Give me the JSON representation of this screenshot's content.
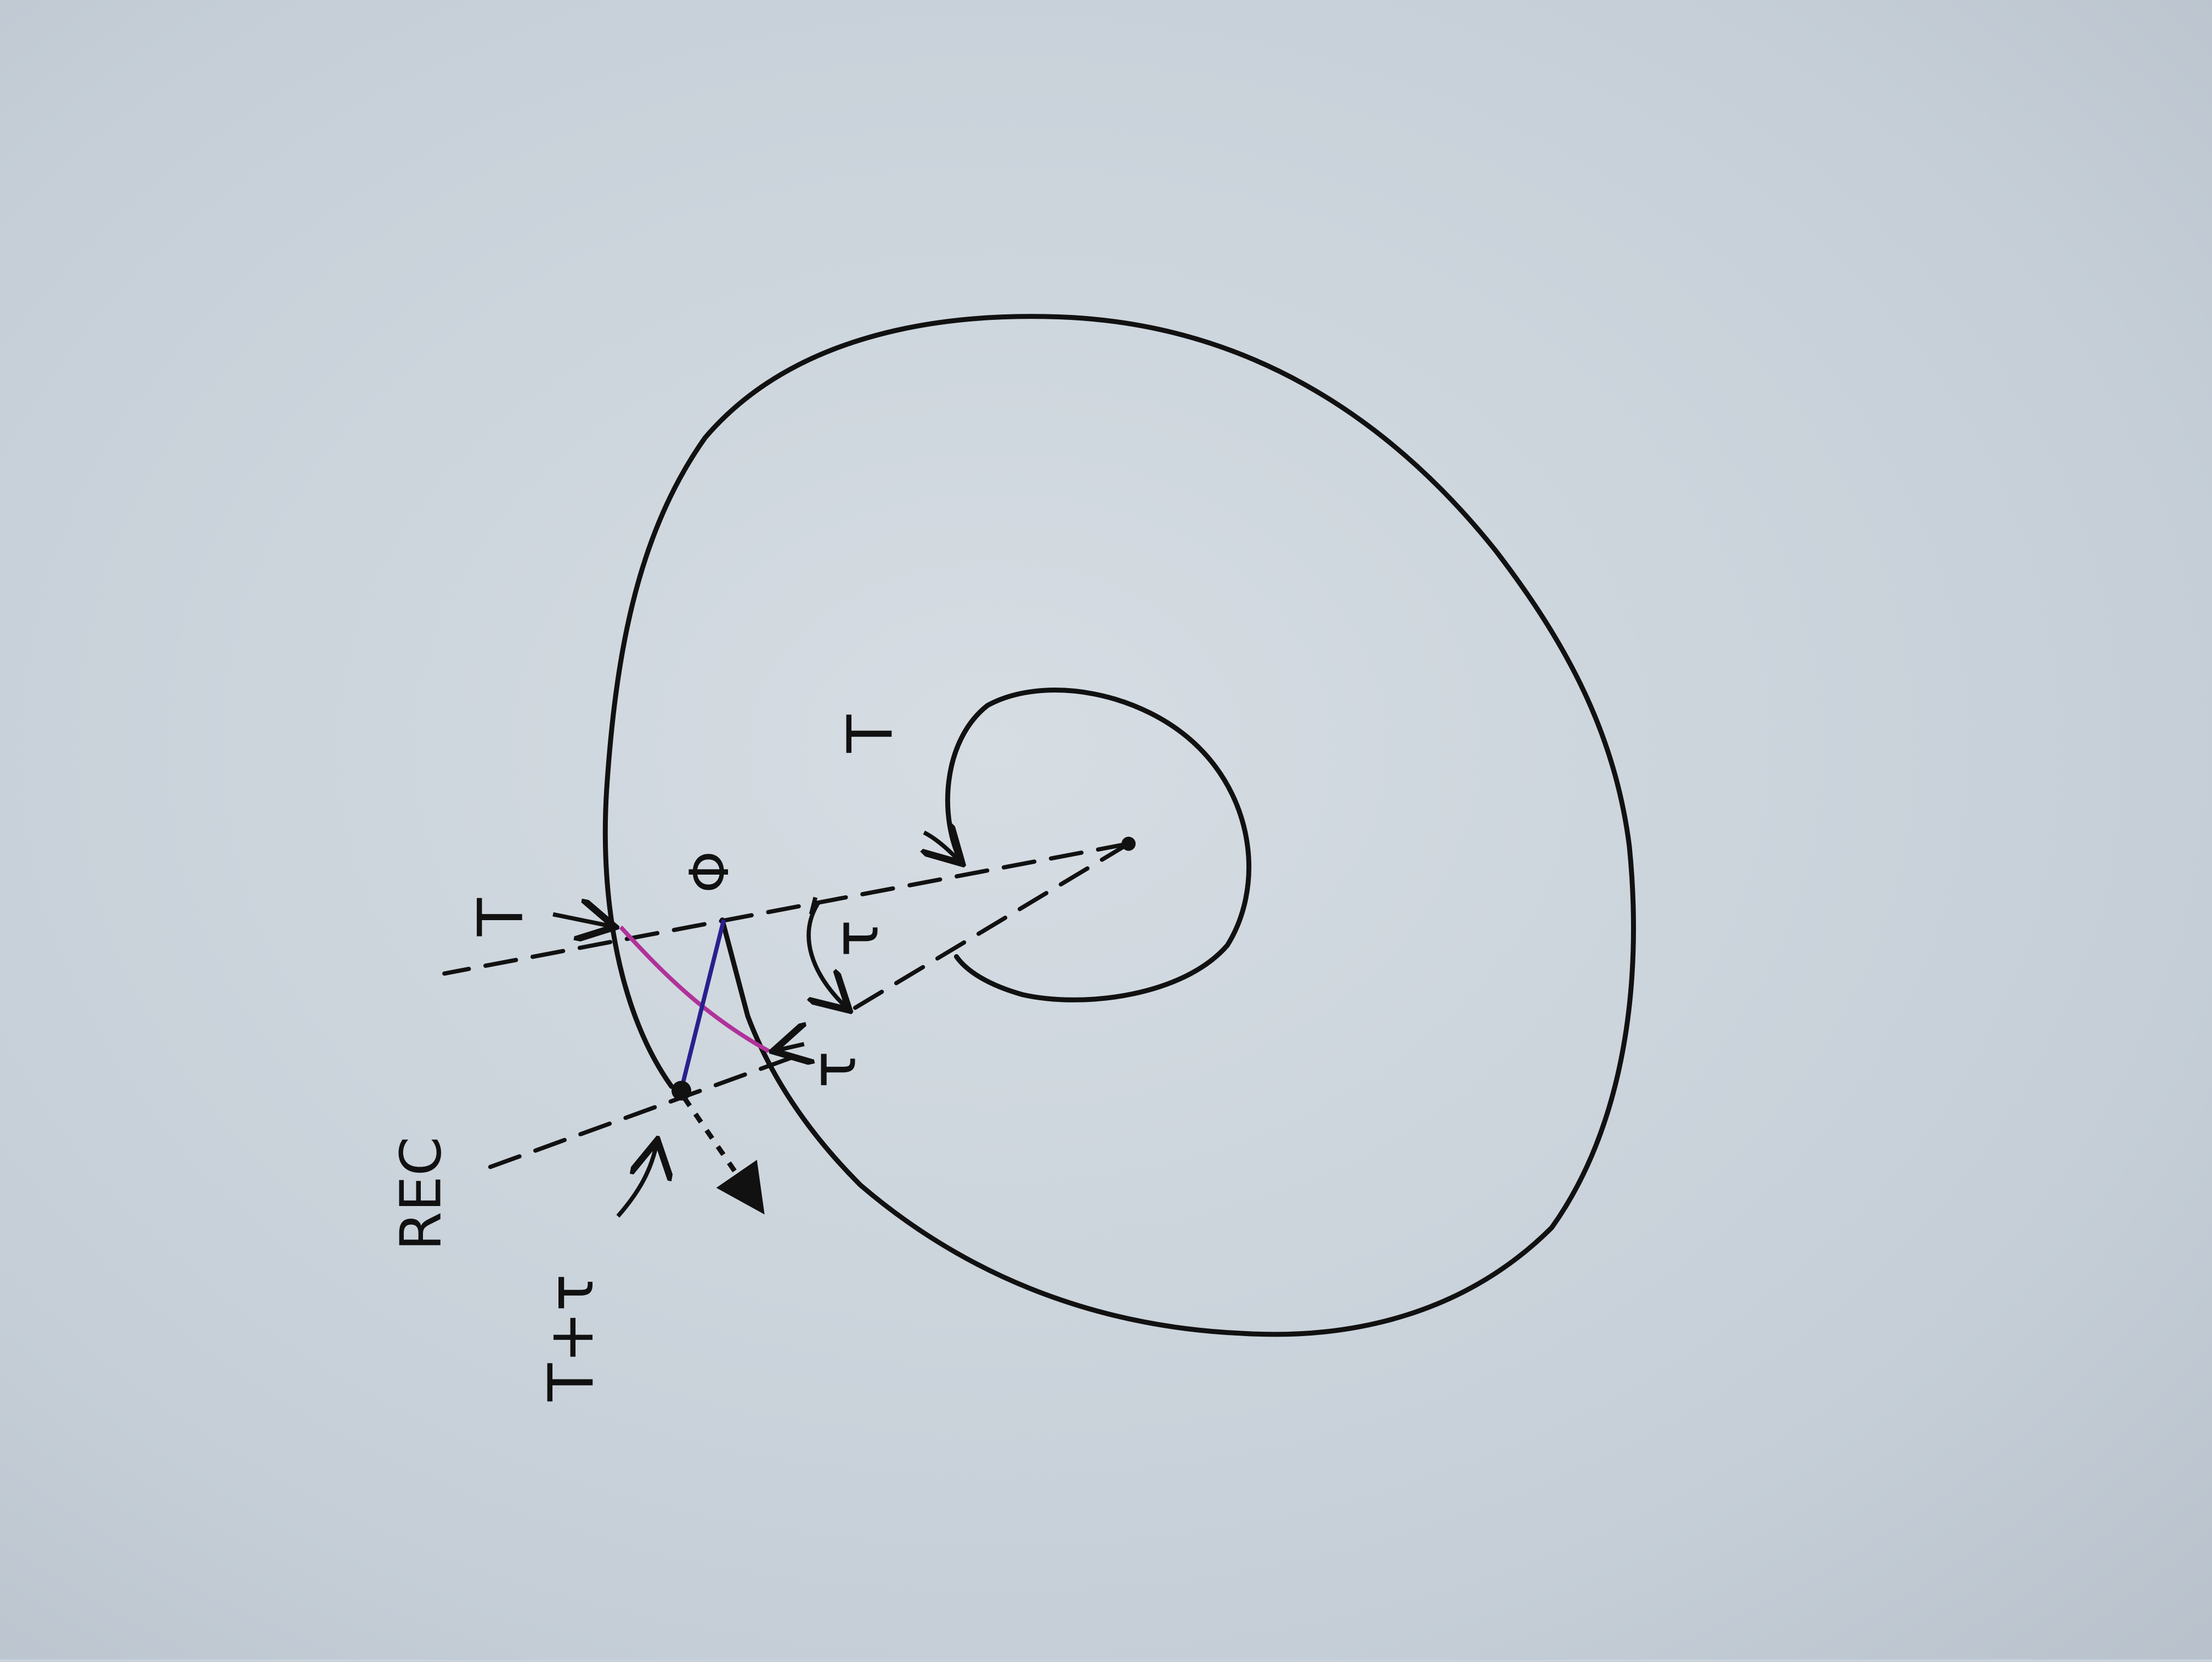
{
  "labels": {
    "T_outer": "T",
    "T_inner": "T",
    "phi": "Φ",
    "tau_angle": "τ",
    "tau_arrow": "τ",
    "rec": "REC",
    "t_plus_tau": "T+τ"
  },
  "colors": {
    "paper": "#c9d2da",
    "ink": "#111111",
    "magenta_line": "#b0329a",
    "blue_line": "#2a1f8f"
  }
}
